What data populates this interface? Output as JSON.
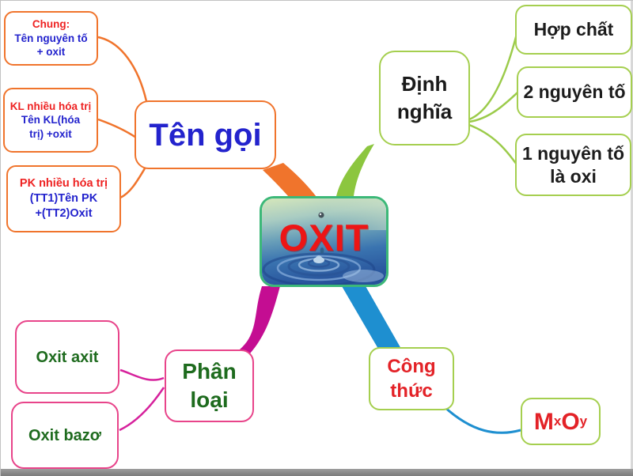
{
  "center": {
    "label": "OXIT"
  },
  "branches": {
    "ten_goi": {
      "label": "Tên gọi",
      "children": {
        "chung": {
          "heading": "Chung:",
          "line1": "Tên nguyên tố",
          "line2": "+ oxit"
        },
        "kl": {
          "heading": "KL nhiều hóa trị",
          "line1": "Tên KL(hóa",
          "line2": "trị) +oxit"
        },
        "pk": {
          "heading": "PK nhiều hóa trị",
          "line1": "(TT1)Tên PK",
          "line2": "+(TT2)Oxit"
        }
      }
    },
    "dinh_nghia": {
      "label_line1": "Định",
      "label_line2": "nghĩa",
      "children": {
        "hop_chat": {
          "label": "Hợp chất"
        },
        "hai_nguyen_to": {
          "label": "2 nguyên tố"
        },
        "mot_nguyen_to": {
          "line1": "1 nguyên  tố",
          "line2": "là oxi"
        }
      }
    },
    "phan_loai": {
      "label_line1": "Phân",
      "label_line2": "loại",
      "children": {
        "oxit_axit": {
          "label": "Oxit axit"
        },
        "oxit_bazo": {
          "label": "Oxit bazơ"
        }
      }
    },
    "cong_thuc": {
      "label_line1": "Công",
      "label_line2": "thức",
      "children": {
        "formula": {
          "m": "M",
          "x_sub": "x",
          "o": "O",
          "y_sub": "y"
        }
      }
    }
  },
  "colors": {
    "branch_orange": "#f0742c",
    "branch_green": "#8cc63f",
    "branch_magenta": "#c40d92",
    "branch_blue": "#1e8fd0",
    "border_light_green": "#a5cf4f",
    "border_pink": "#e8448a",
    "center_border_green": "#3cb878",
    "text_red": "#ee2222",
    "text_blue": "#2323cd",
    "text_dark_green": "#1e6b1e",
    "text_black": "#1c1c1c",
    "center_label_red": "#ed1515"
  }
}
